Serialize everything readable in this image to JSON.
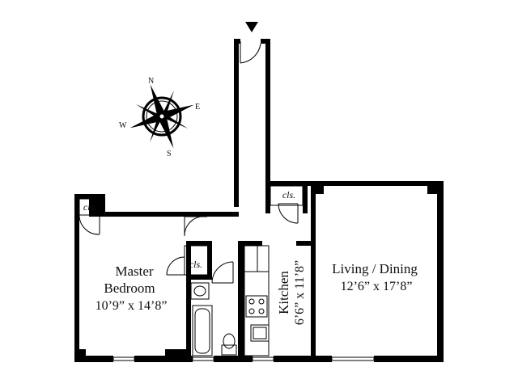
{
  "rooms": {
    "master_bedroom": {
      "name_line1": "Master",
      "name_line2": "Bedroom",
      "dims": "10’9” x 14’8”"
    },
    "living_dining": {
      "name": "Living / Dining",
      "dims": "12’6” x 17’8”"
    },
    "kitchen": {
      "name": "Kitchen",
      "dims": "6’6” x 11’8”"
    }
  },
  "closets": {
    "bedroom_closet": "cls.",
    "hall_closet": "cls.",
    "living_closet": "cls."
  },
  "compass": {
    "north": "N",
    "east": "E",
    "south": "S",
    "west": "W"
  }
}
